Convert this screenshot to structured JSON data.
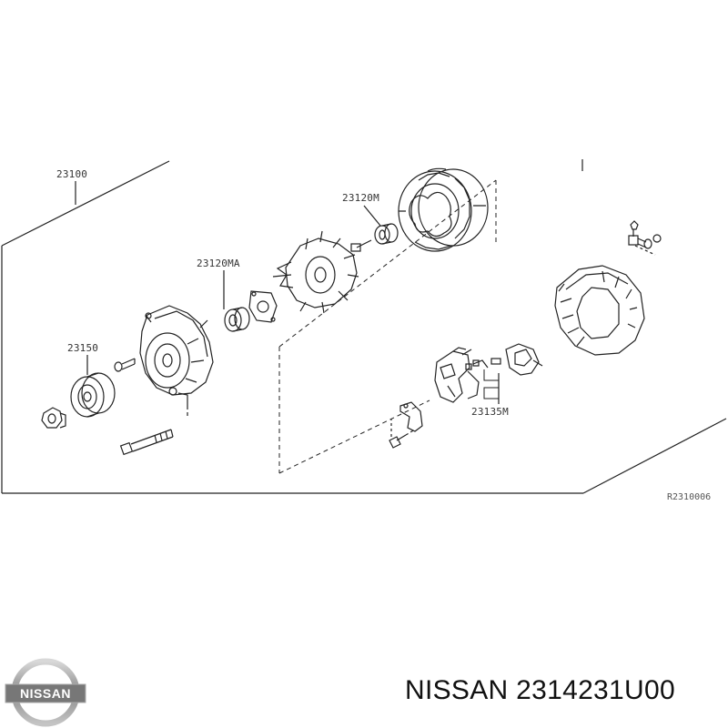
{
  "diagram": {
    "labels": {
      "assembly": "23100",
      "bearing_front": "23120MA",
      "bearing_rear": "23120M",
      "pulley": "23150",
      "brush_kit": "23135M"
    },
    "reference_code": "R2310006"
  },
  "brand": {
    "logo_text": "NISSAN"
  },
  "caption": {
    "text": "NISSAN 2314231U00"
  }
}
